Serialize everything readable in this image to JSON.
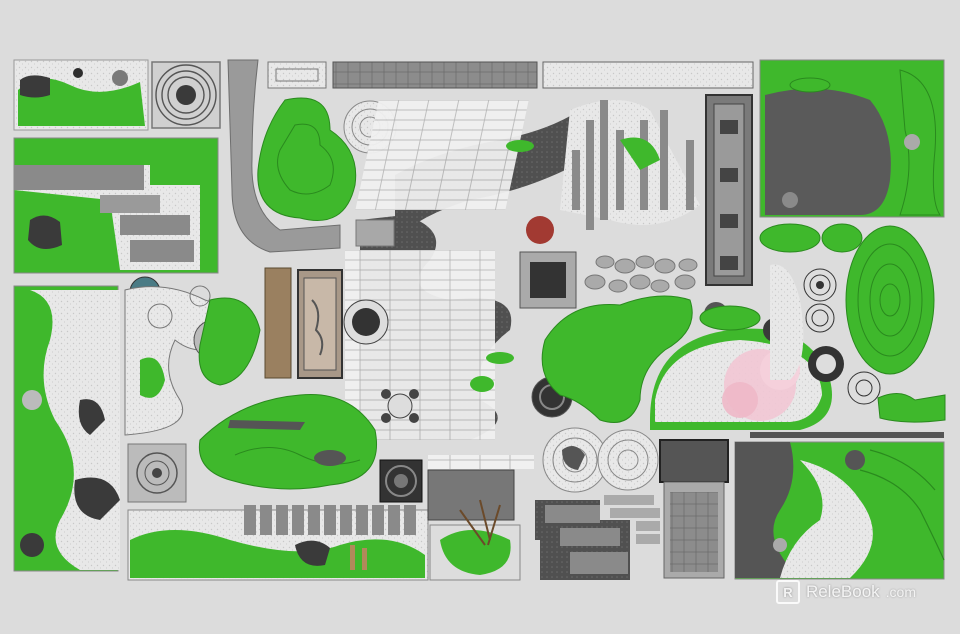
{
  "colors": {
    "background": "#dcdcdc",
    "grass": "#3fb82c",
    "grass_light": "#6fd04d",
    "gravel": "#e6e6e6",
    "stone": "#8a8a8a",
    "dark_stone": "#4a4a4a",
    "pond": "#5a5a5a",
    "blossom": "#f2c6d4",
    "frame": "#bdbdbd"
  },
  "watermark": {
    "brand": "RelеBook",
    "suffix": ".com",
    "mark": "R"
  },
  "icons": [
    "logo-mark-icon",
    "rock-icon",
    "tree-icon",
    "umbrella-icon",
    "lantern-icon"
  ]
}
